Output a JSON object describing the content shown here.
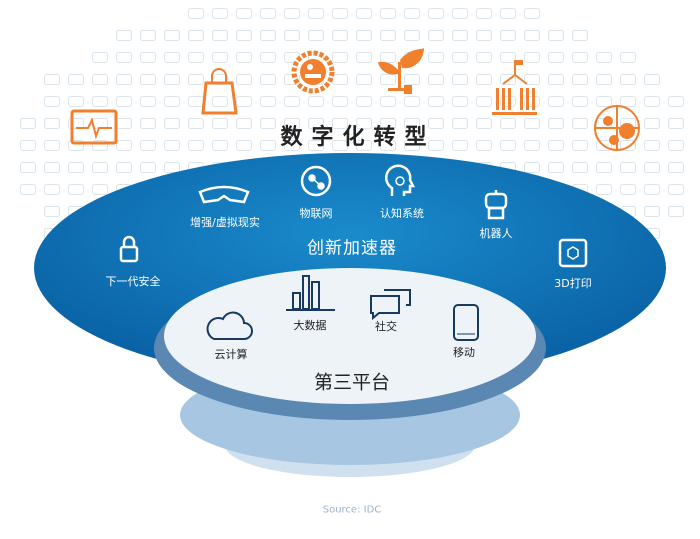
{
  "title": "数字化转型",
  "innovation_ring": {
    "label": "创新加速器",
    "items": [
      {
        "label": "增强/虚拟现实",
        "icon": "vr-headset-icon"
      },
      {
        "label": "物联网",
        "icon": "iot-network-icon"
      },
      {
        "label": "认知系统",
        "icon": "brain-head-icon"
      },
      {
        "label": "机器人",
        "icon": "robot-icon"
      },
      {
        "label": "下一代安全",
        "icon": "lock-icon"
      },
      {
        "label": "3D打印",
        "icon": "3d-printer-icon"
      }
    ]
  },
  "platform": {
    "label": "第三平台",
    "items": [
      {
        "label": "云计算",
        "icon": "cloud-icon"
      },
      {
        "label": "大数据",
        "icon": "bar-chart-icon"
      },
      {
        "label": "社交",
        "icon": "chat-bubbles-icon"
      },
      {
        "label": "移动",
        "icon": "smartphone-icon"
      }
    ]
  },
  "top_icons": [
    "monitor-heartbeat-icon",
    "shopping-bag-icon",
    "factory-gear-icon",
    "plant-plug-icon",
    "government-building-icon",
    "globe-currency-icon"
  ],
  "source": "Source: IDC",
  "colors": {
    "orange": "#f07f2e",
    "blue": "#0a74b5",
    "dark_blue": "#0a5e9a",
    "light_blue": "#a9c8e2"
  }
}
